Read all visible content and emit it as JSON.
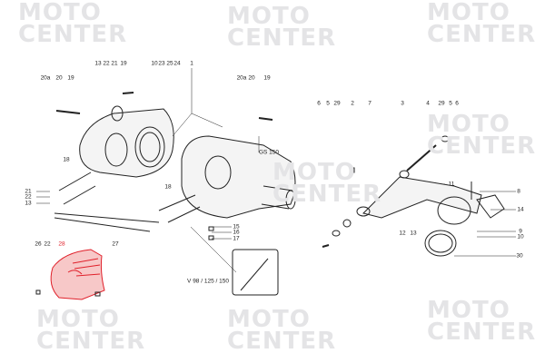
{
  "watermark": {
    "line1": "MOTO",
    "line2": "CENTER"
  },
  "callouts": [
    "13",
    "22",
    "21",
    "19",
    "10",
    "23",
    "25",
    "24",
    "1",
    "20a",
    "20",
    "19",
    "20a",
    "20",
    "19",
    "GS 150",
    "18",
    "21",
    "22",
    "13",
    "18",
    "15",
    "16",
    "17",
    "26",
    "22",
    "28",
    "27",
    "V 98 / 125 / 150",
    "6",
    "5",
    "29",
    "2",
    "7",
    "3",
    "4",
    "29",
    "5",
    "6",
    "11",
    "8",
    "14",
    "12",
    "13",
    "9",
    "10",
    "30"
  ],
  "highlight_color": "#e0202a"
}
